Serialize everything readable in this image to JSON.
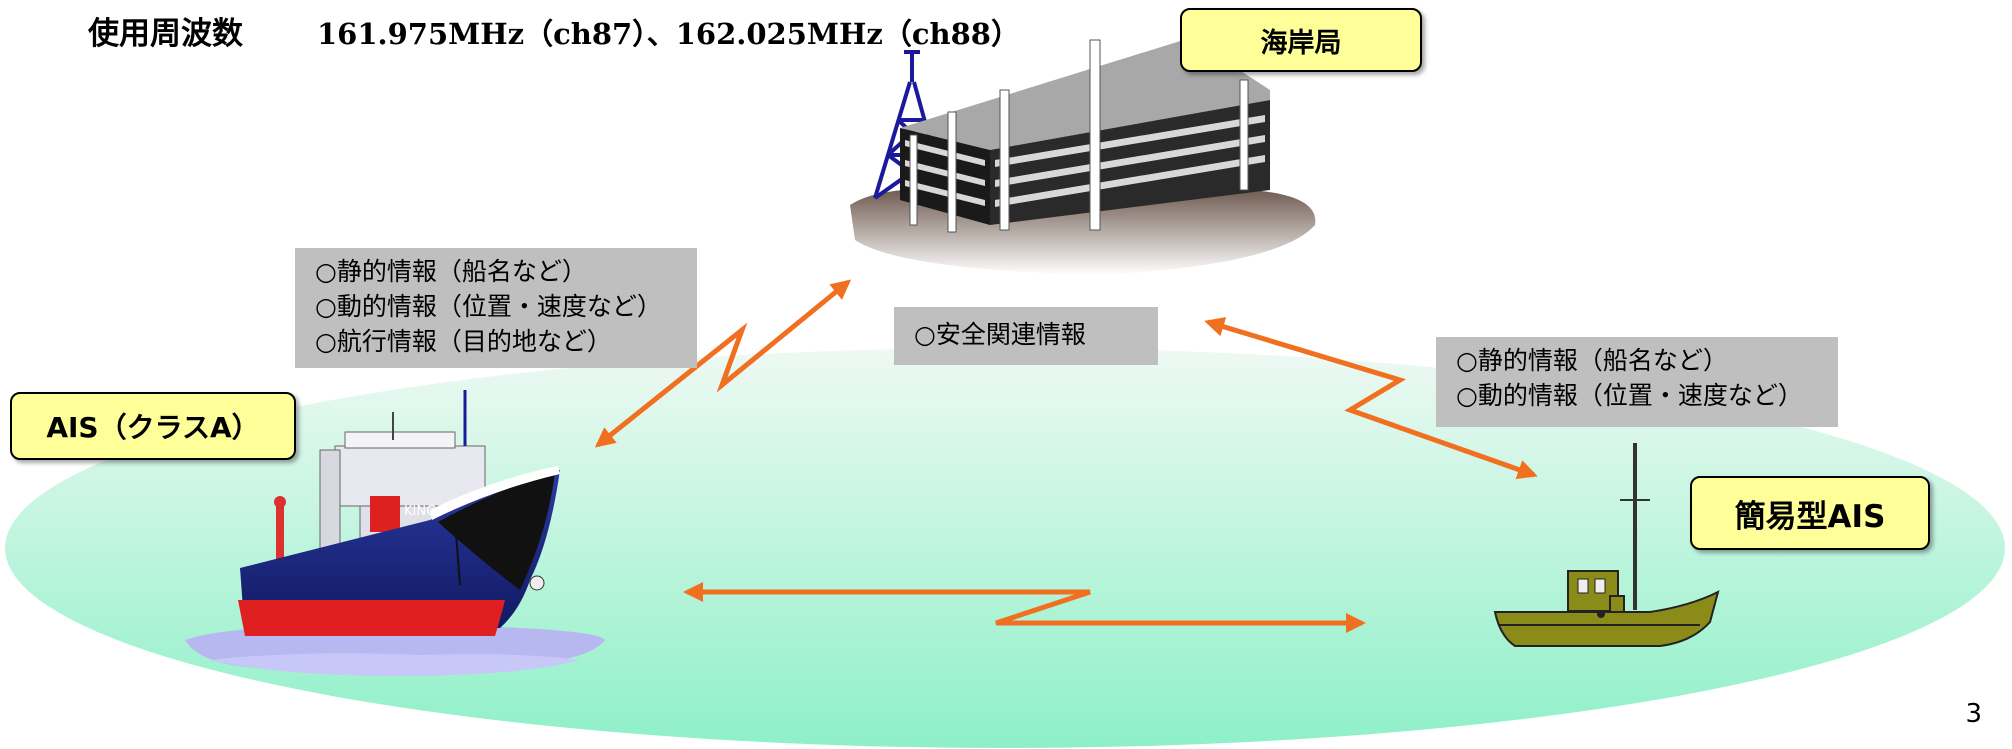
{
  "header": {
    "label": "使用周波数",
    "frequencies": "161.975MHz（ch87）、162.025MHz（ch88）"
  },
  "nodes": {
    "coast_station": "海岸局",
    "class_a": "AIS（クラスA）",
    "simple_ais": "簡易型AIS",
    "ship_name": "KING"
  },
  "info_boxes": {
    "class_a": [
      "○静的情報（船名など）",
      "○動的情報（位置・速度など）",
      "○航行情報（目的地など）"
    ],
    "safety": [
      "○安全関連情報"
    ],
    "simple": [
      "○静的情報（船名など）",
      "○動的情報（位置・速度など）"
    ]
  },
  "page_number": "3",
  "colors": {
    "sea_top": "#e6f7ee",
    "sea_bottom": "#8ef0c8",
    "arrow": "#f07020",
    "label_bg": "#ffff99",
    "info_bg": "#bfbfbf"
  }
}
